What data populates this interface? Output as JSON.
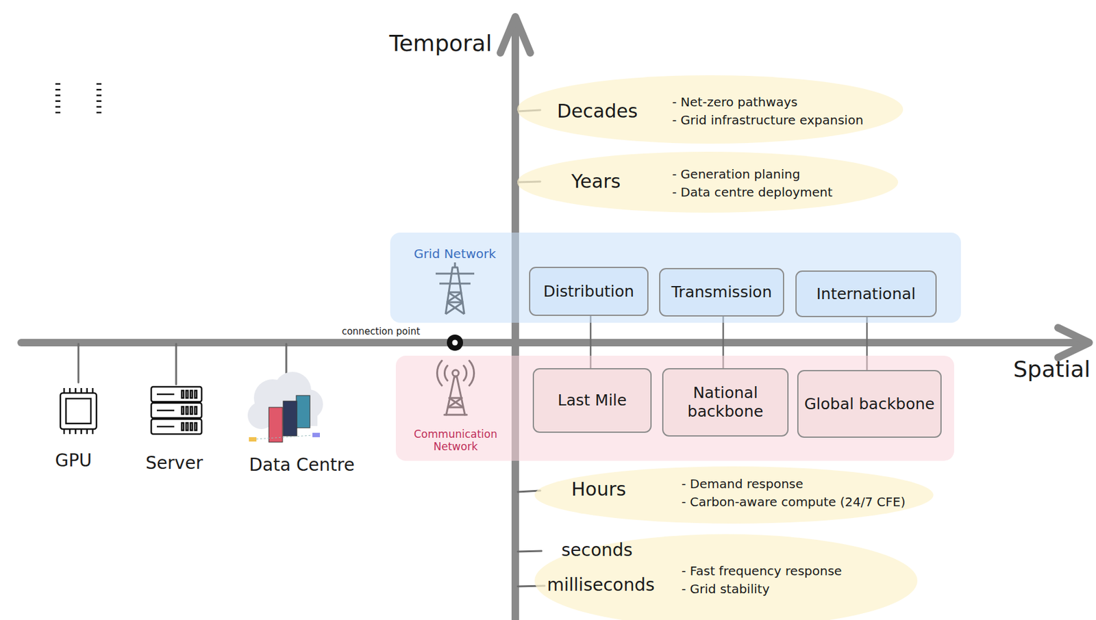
{
  "diagram": {
    "nodes": [
      {
        "text": [
          "Decades",
          "- Net-zero pathways",
          "- Grid infrastructure expansion"
        ]
      },
      {
        "text": [
          "Years",
          "- Generation planing",
          "- Data centre deployment"
        ]
      },
      {
        "text": [
          "Grid Network"
        ]
      },
      {
        "text": [
          "Distribution"
        ],
        "in": 2
      },
      {
        "text": [
          "Transmission"
        ],
        "in": 2
      },
      {
        "text": [
          "International"
        ],
        "in": 2
      },
      {
        "text": [
          "Communication Network"
        ]
      },
      {
        "text": [
          "Last Mile"
        ],
        "in": 6
      },
      {
        "text": [
          "National backbone"
        ],
        "in": 6
      },
      {
        "text": [
          "Global backbone"
        ],
        "in": 6
      },
      {
        "text": [
          "Hours",
          "- Demand response",
          "- Carbon-aware compute (24/7 CFE)"
        ]
      },
      {
        "text": [
          "seconds",
          "milliseconds",
          "- Fast frequency response",
          "- Grid stability"
        ]
      }
    ],
    "edges": [
      {
        "from": 3,
        "to": 7,
        "arrow": "none"
      },
      {
        "from": 4,
        "to": 8,
        "arrow": "none"
      },
      {
        "from": 5,
        "to": 9,
        "arrow": "none"
      }
    ],
    "labels": [
      "Temporal",
      "Spatial",
      "connection point",
      "GPU",
      "Server",
      "Data Centre"
    ]
  }
}
